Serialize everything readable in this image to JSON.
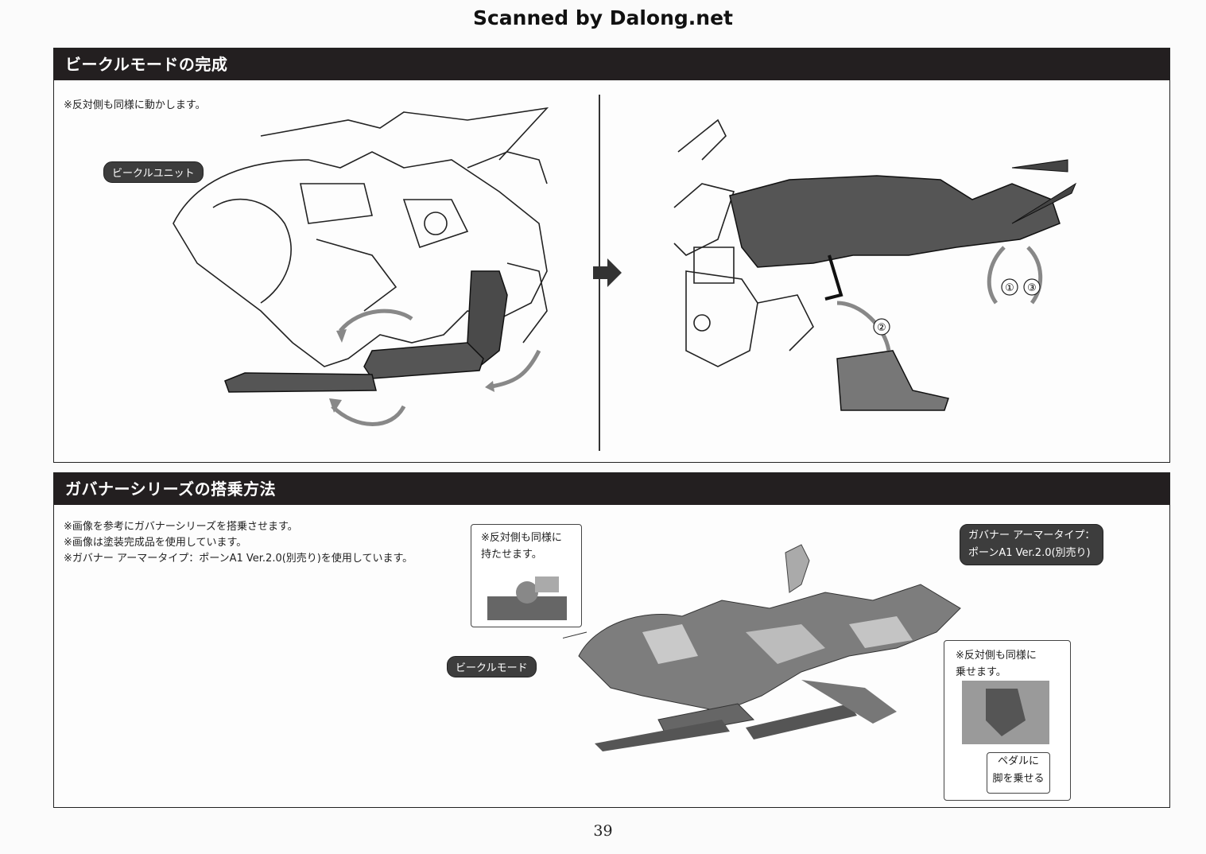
{
  "watermark": "Scanned by Dalong.net",
  "section1": {
    "title": "ビークルモードの完成",
    "note": "※反対側も同様に動かします。",
    "part_tag": "ビークルユニット",
    "step_labels": [
      "①",
      "③",
      "②"
    ]
  },
  "section2": {
    "title": "ガバナーシリーズの搭乗方法",
    "notes": [
      "※画像を参考にガバナーシリーズを搭乗させます。",
      "※画像は塗装完成品を使用しています。",
      "※ガバナー アーマータイプ：ポーンA1 Ver.2.0(別売り)を使用しています。"
    ],
    "callout_left": [
      "※反対側も同様に",
      "持たせます。"
    ],
    "armor_tag": [
      "ガバナー アーマータイプ：",
      "ポーンA1 Ver.2.0(別売り)"
    ],
    "vehicle_tag": "ビークルモード",
    "callout_right": [
      "※反対側も同様に",
      "乗せます。"
    ],
    "pedal_note": [
      "ペダルに",
      "脚を乗せる"
    ]
  },
  "page_number": "39"
}
